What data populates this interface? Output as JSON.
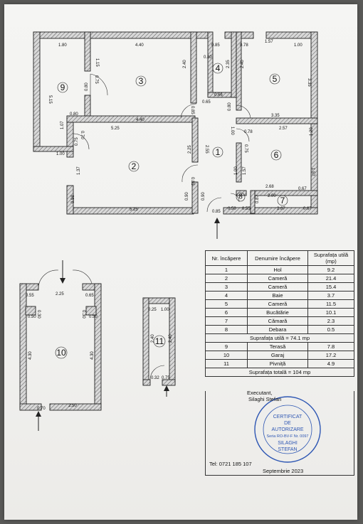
{
  "plan": {
    "rooms": [
      {
        "n": "1"
      },
      {
        "n": "2"
      },
      {
        "n": "3"
      },
      {
        "n": "4"
      },
      {
        "n": "5"
      },
      {
        "n": "6"
      },
      {
        "n": "7"
      },
      {
        "n": "8"
      },
      {
        "n": "9"
      },
      {
        "n": "10"
      },
      {
        "n": "11"
      }
    ],
    "dims": {
      "d_180": "1.80",
      "d_440a": "4.40",
      "d_085a": "0.85",
      "d_078a": "0.78",
      "d_157": "1.57",
      "d_100a": "1.00",
      "d_080a": "0.80",
      "d_115": "1.15",
      "d_240a": "2.40",
      "d_240b": "2.40",
      "d_075a": "0.75",
      "d_080b": "0.80",
      "d_235": "2.35",
      "d_066": "0.66",
      "d_335a": "3.35",
      "d_515": "5.15",
      "d_085b": "0.85",
      "d_065": "0.65",
      "d_080c": "0.80",
      "d_440b": "4.40",
      "d_335b": "3.35",
      "d_107": "1.07",
      "d_070a": "0.70",
      "d_525a": "5.25",
      "d_100b": "1.00",
      "d_078b": "0.78",
      "d_257": "2.57",
      "d_120": "1.20",
      "d_075b": "0.75",
      "d_100c": "1.00",
      "d_075c": "0.75",
      "d_255": "2.55",
      "d_225a": "2.25",
      "d_137": "1.37",
      "d_157b": "1.57",
      "d_100d": "1.00",
      "d_085c": "0.85",
      "d_157c": "1.57",
      "d_268": "2.68",
      "d_067a": "0.67",
      "d_200": "2.00",
      "d_090a": "0.90",
      "d_090b": "0.90",
      "d_098": "0.98",
      "d_087": "0.87",
      "d_525b": "5.25",
      "d_085d": "0.85",
      "d_050a": "0.50",
      "d_055": "0.55",
      "d_267": "2.67",
      "d_067b": "0.67",
      "d_225b": "2.25",
      "d_055b": "0.55",
      "d_065b": "0.65",
      "d_030a": "0.30",
      "d_050b": "0.50",
      "d_030b": "0.30",
      "d_050c": "0.50",
      "d_430a": "4.30",
      "d_430b": "4.30",
      "d_070b": "0.70",
      "d_250": "2.50",
      "d_025": "0.25",
      "d_100e": "1.00",
      "d_240c": "2.40",
      "d_240d": "2.40",
      "d_032": "0.32",
      "d_075d": "0.75"
    }
  },
  "table": {
    "headers": [
      "Nr. încăpere",
      "Denumire încăpere",
      "Suprafața utilă (mp)"
    ],
    "rows": [
      [
        "1",
        "Hol",
        "9.2"
      ],
      [
        "2",
        "Cameră",
        "21.4"
      ],
      [
        "3",
        "Cameră",
        "15.4"
      ],
      [
        "4",
        "Baie",
        "3.7"
      ],
      [
        "5",
        "Cameră",
        "11.5"
      ],
      [
        "6",
        "Bucătărie",
        "10.1"
      ],
      [
        "7",
        "Cămară",
        "2.3"
      ],
      [
        "8",
        "Debara",
        "0.5"
      ]
    ],
    "subtotal": "Suprafața utilă = 74.1 mp",
    "rows2": [
      [
        "9",
        "Terasă",
        "7.8"
      ],
      [
        "10",
        "Garaj",
        "17.2"
      ],
      [
        "11",
        "Pivniță",
        "4.9"
      ]
    ],
    "total": "Suprafața totală = 104 mp"
  },
  "footer": {
    "executant_label": "Executant,",
    "executant_name": "Silaghi Stefan",
    "phone": "Tel: 0721 185 107",
    "date": "Septembrie 2023"
  },
  "stamp": {
    "l1": "CERTIFICAT",
    "l2": "DE",
    "l3": "AUTORIZARE",
    "l4": "Seria RO-BV-F Nr. 0097",
    "l5": "SILAGHI",
    "l6": "STEFAN"
  },
  "colors": {
    "wall_fill": "#9b9b9b",
    "ink": "#111111",
    "stamp": "#2d56b3"
  }
}
